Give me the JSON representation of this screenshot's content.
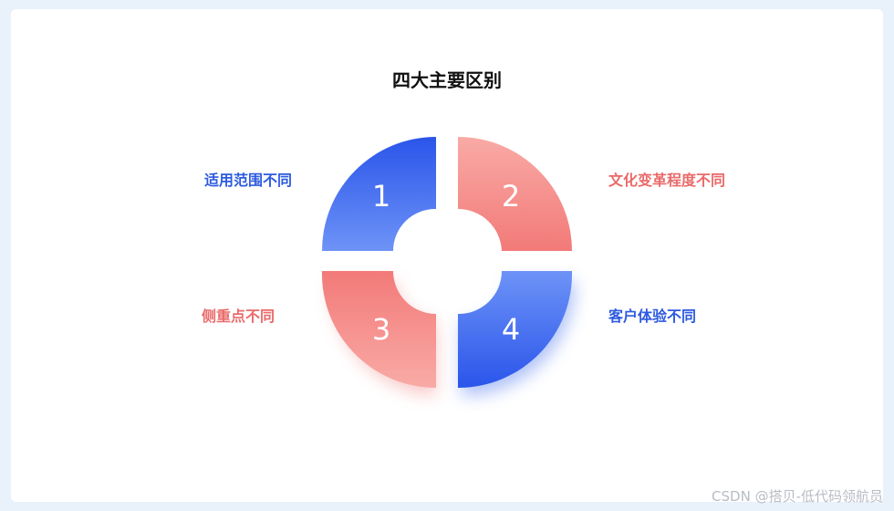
{
  "title": "四大主要区别",
  "segments": [
    {
      "number": "1",
      "label": "适用范围不同",
      "color": "#2d5ae0"
    },
    {
      "number": "2",
      "label": "文化变革程度不同",
      "color": "#ea6a6a"
    },
    {
      "number": "3",
      "label": "侧重点不同",
      "color": "#ea6a6a"
    },
    {
      "number": "4",
      "label": "客户体验不同",
      "color": "#2d5ae0"
    }
  ],
  "watermark": "CSDN @搭贝-低代码领航员"
}
